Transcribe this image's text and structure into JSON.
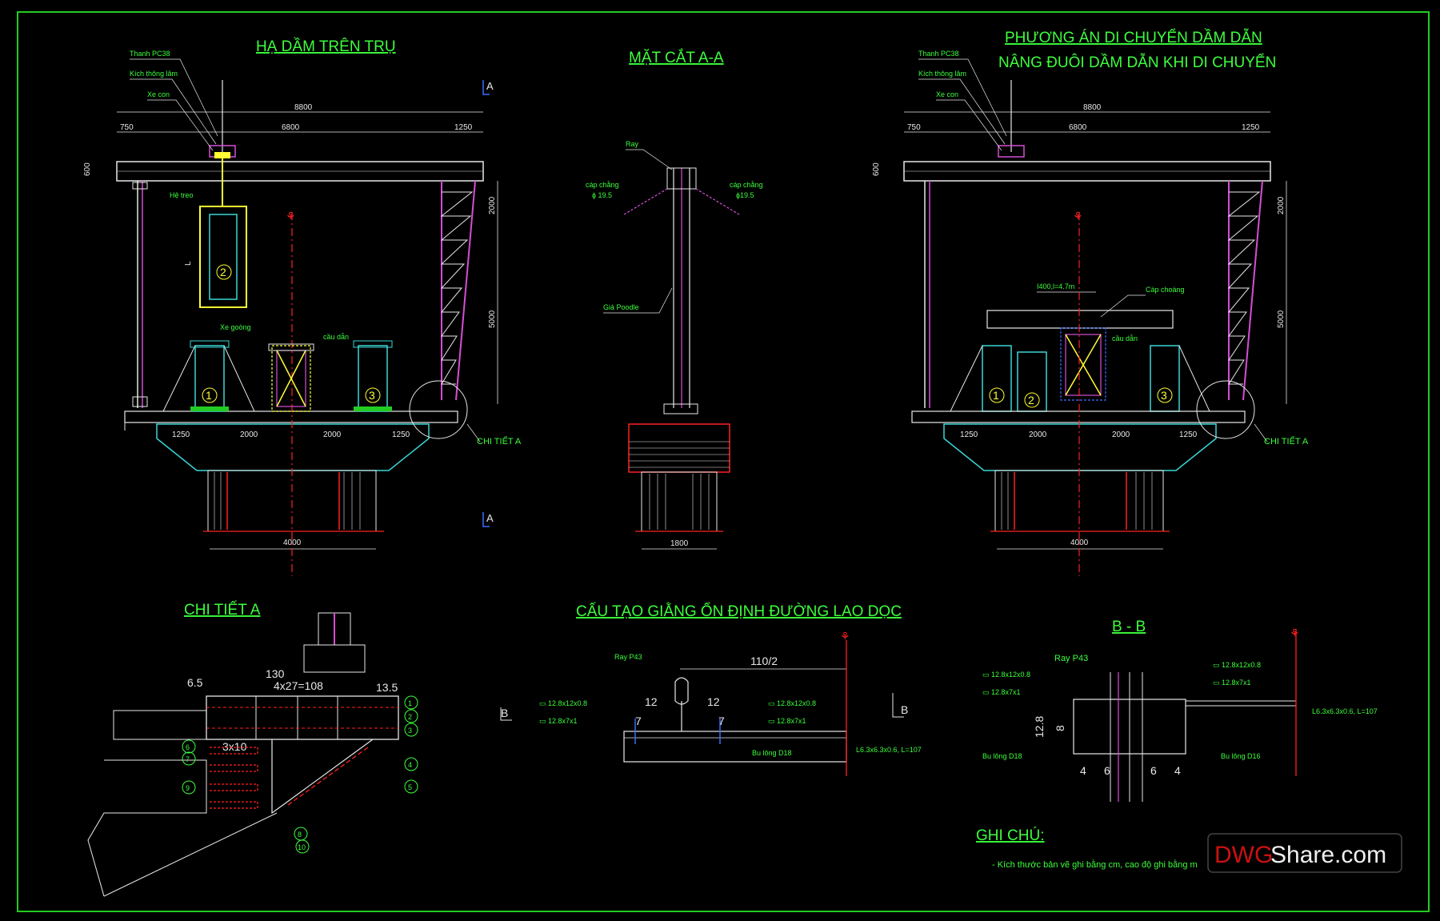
{
  "views": {
    "left_title": "HẠ DẦM TRÊN TRỤ",
    "section_title": "MẶT CẮT A-A",
    "right_title1": "PHƯƠNG ÁN DI CHUYỂN DẦM DẪN",
    "right_title2": "NÂNG ĐUÔI DẦM DẪN KHI DI CHUYỂN",
    "detail_title": "CHI TIẾT A",
    "brace_title": "CẤU TẠO GIẰNG ỔN ĐỊNH ĐƯỜNG LAO DỌC",
    "bb_title": "B - B"
  },
  "labels": {
    "thanh_pc": "Thanh PC38",
    "kich": "Kích thông lâm",
    "xe_con": "Xe con",
    "he_treo": "Hệ treo",
    "xe_goong": "Xe goòng",
    "cau_dan": "cầu dẫn",
    "ray": "Ray",
    "cap_chang": "cáp chằng",
    "cap_chang_l": "ϕ 19.5",
    "cap_chang_r": "ϕ19.5",
    "gia_poodle": "Giá Poodle",
    "cap_choang": "Cáp choàng",
    "beam_label": "I400,l=4.7m",
    "chi_tiet_a": "CHI TIẾT A",
    "section_mark": "A",
    "ray_p43": "Ray P43",
    "ray_p43_bb": "Ray  P43",
    "bu_long": "Bu lông D18",
    "bu_long_bb": "Bu lông D18",
    "bu_long_bb2": "Bu lông D16",
    "l63": "L6.3x6.3x0.6, L=107",
    "l63_bb": "L6.3x6.3x0.6, L=107",
    "pl1": "▭ 12.8x12x0.8",
    "pl2": "▭ 12.8x7x1",
    "section_b": "B"
  },
  "dims": {
    "top_total": "8800",
    "top_left": "750",
    "top_mid": "6800",
    "top_right": "1250",
    "h600": "600",
    "v2000": "2000",
    "v5000": "5000",
    "b1": "1250",
    "b2": "2000",
    "b3": "2000",
    "b4": "1250",
    "base": "4000",
    "sec_base": "1800",
    "d130": "130",
    "d65": "6.5",
    "d4x27": "4x27=108",
    "d135": "13.5",
    "d3x10": "3x10",
    "d110": "110/2",
    "d12a": "12",
    "d12b": "12",
    "d7a": "7",
    "d7b": "7",
    "d128": "12.8",
    "d8": "8",
    "bb4a": "4",
    "bb6a": "6",
    "bb6b": "6",
    "bb4b": "4"
  },
  "markers": [
    "1",
    "2",
    "3",
    "4",
    "5",
    "6",
    "7",
    "8",
    "9",
    "10"
  ],
  "notes": {
    "title": "GHI CHÚ:",
    "line1": "- Kích thước bản vẽ ghi bằng cm, cao độ ghi bằng m"
  },
  "watermark": {
    "part1": "DWG",
    "part2": "Share.com"
  },
  "colors": {
    "background": "#000000",
    "border": "#22cc22",
    "text": "#3cff3c",
    "steel": "#e8e8e8",
    "truss": "#d44fd4",
    "pier": "#3ad6d6",
    "axis": "#ff2020",
    "marker": "#ffff33"
  }
}
